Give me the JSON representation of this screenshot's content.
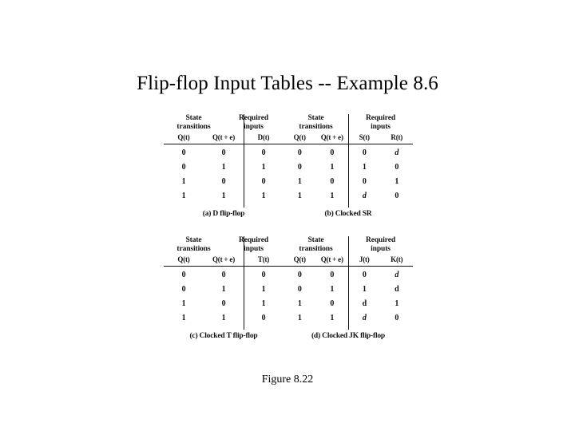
{
  "slide": {
    "title": "Flip-flop Input Tables -- Example 8.6",
    "figure_caption": "Figure 8.22"
  },
  "common_headers": {
    "state_transitions_line1": "State",
    "state_transitions_line2": "transitions",
    "required_inputs_line1": "Required",
    "required_inputs_line2": "inputs",
    "q_now": "Q(t)",
    "q_next": "Q(t + e)"
  },
  "tables": [
    {
      "id": "d-flip-flop",
      "caption": "(a) D flip-flop",
      "state_cols": [
        "Q(t)",
        "Q(t + e)"
      ],
      "input_cols": [
        "D(t)"
      ],
      "rows": [
        {
          "state": [
            "0",
            "0"
          ],
          "inputs": [
            "0"
          ]
        },
        {
          "state": [
            "0",
            "1"
          ],
          "inputs": [
            "1"
          ]
        },
        {
          "state": [
            "1",
            "0"
          ],
          "inputs": [
            "0"
          ]
        },
        {
          "state": [
            "1",
            "1"
          ],
          "inputs": [
            "1"
          ]
        }
      ]
    },
    {
      "id": "clocked-sr",
      "caption": "(b) Clocked SR",
      "state_cols": [
        "Q(t)",
        "Q(t + e)"
      ],
      "input_cols": [
        "S(t)",
        "R(t)"
      ],
      "rows": [
        {
          "state": [
            "0",
            "0"
          ],
          "inputs": [
            "0",
            "d"
          ]
        },
        {
          "state": [
            "0",
            "1"
          ],
          "inputs": [
            "1",
            "0"
          ]
        },
        {
          "state": [
            "1",
            "0"
          ],
          "inputs": [
            "0",
            "1"
          ]
        },
        {
          "state": [
            "1",
            "1"
          ],
          "inputs": [
            "d",
            "0"
          ]
        }
      ]
    },
    {
      "id": "clocked-t-flip-flop",
      "caption": "(c) Clocked T flip-flop",
      "state_cols": [
        "Q(t)",
        "Q(t + e)"
      ],
      "input_cols": [
        "T(t)"
      ],
      "rows": [
        {
          "state": [
            "0",
            "0"
          ],
          "inputs": [
            "0"
          ]
        },
        {
          "state": [
            "0",
            "1"
          ],
          "inputs": [
            "1"
          ]
        },
        {
          "state": [
            "1",
            "0"
          ],
          "inputs": [
            "1"
          ]
        },
        {
          "state": [
            "1",
            "1"
          ],
          "inputs": [
            "0"
          ]
        }
      ]
    },
    {
      "id": "clocked-jk-flip-flop",
      "caption": "(d) Clocked JK flip-flop",
      "state_cols": [
        "Q(t)",
        "Q(t + e)"
      ],
      "input_cols": [
        "J(t)",
        "K(t)"
      ],
      "rows": [
        {
          "state": [
            "0",
            "0"
          ],
          "inputs": [
            "0",
            "d"
          ]
        },
        {
          "state": [
            "0",
            "1"
          ],
          "inputs": [
            "1",
            "d"
          ]
        },
        {
          "state": [
            "1",
            "0"
          ],
          "inputs": [
            "d",
            "1"
          ]
        },
        {
          "state": [
            "1",
            "1"
          ],
          "inputs": [
            "d",
            "0"
          ]
        }
      ]
    }
  ],
  "colors": {
    "background": "#ffffff",
    "text": "#000000",
    "rule": "#111111"
  }
}
